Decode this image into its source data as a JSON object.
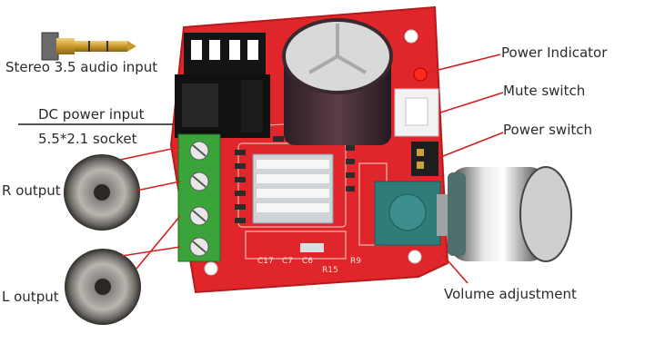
{
  "labels": {
    "stereo_input": "Stereo 3.5 audio input",
    "dc_power_input": "DC power input",
    "dc_socket": "5.5*2.1 socket",
    "r_output": "R output",
    "l_output": "L output",
    "power_indicator": "Power Indicator",
    "mute_switch": "Mute switch",
    "power_switch": "Power switch",
    "volume_adjustment": "Volume adjustment"
  },
  "board_markings": {
    "c17": "C17",
    "c7": "C7",
    "c6": "C6",
    "r15": "R15",
    "r9": "R9"
  },
  "colors": {
    "pcb": "#e0262b",
    "leader_line": "#d42020",
    "heatsink": "#cfd3d8",
    "terminal": "#3aa33a"
  }
}
